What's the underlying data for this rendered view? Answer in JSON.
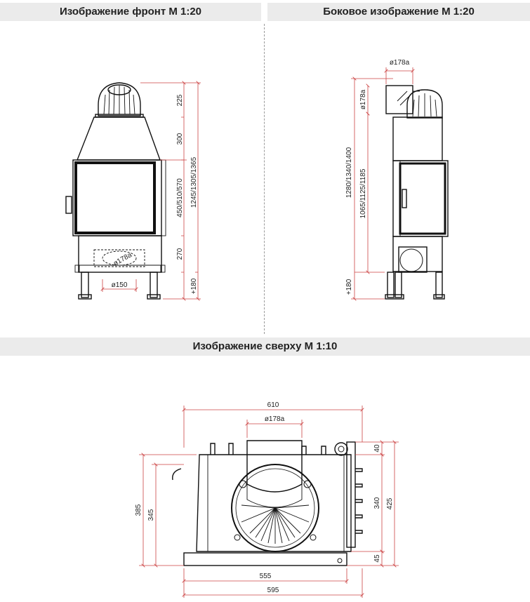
{
  "headers": {
    "front": "Изображение фронт М 1:20",
    "side": "Боковое изображение М 1:20",
    "top": "Изображение сверху М 1:10"
  },
  "front_dims": {
    "d225": "225",
    "d300": "300",
    "d450": "450/510/570",
    "d1245": "1245/1305/1365",
    "d270": "270",
    "d180": "+180",
    "d178": "ø178a",
    "d150": "ø150"
  },
  "side_dims": {
    "d178top": "ø178a",
    "d178v": "ø178a",
    "d1280": "1280/1340/1400",
    "d1065": "1065/1125/1185",
    "d180": "+180"
  },
  "top_dims": {
    "d610": "610",
    "d178": "ø178a",
    "d385": "385",
    "d345": "345",
    "d40": "40",
    "d340": "340",
    "d425": "425",
    "d45": "45",
    "d555": "555",
    "d595": "595"
  }
}
